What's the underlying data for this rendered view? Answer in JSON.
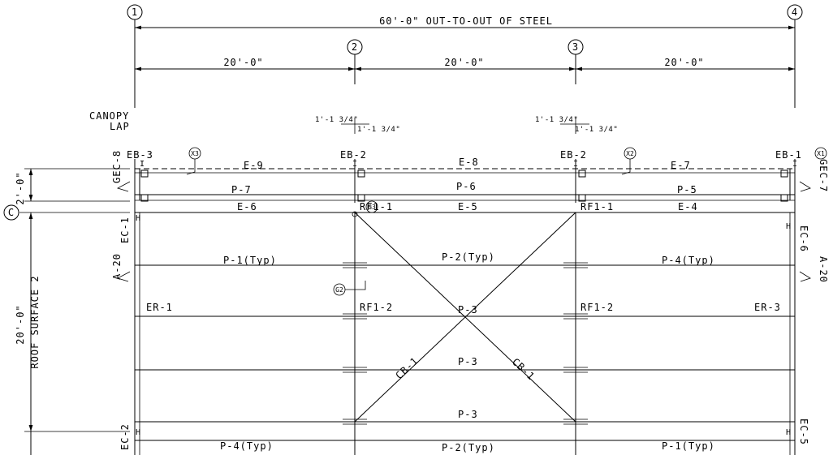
{
  "gridlines": {
    "g1": "1",
    "g2": "2",
    "g3": "3",
    "g4": "4",
    "gc": "C"
  },
  "dimensions": {
    "overall": "60'-0\" OUT-TO-OUT OF STEEL",
    "bay1": "20'-0\"",
    "bay2": "20'-0\"",
    "bay3": "20'-0\"",
    "canopy_height": "2'-0\"",
    "roof_height": "20'-0\"",
    "canopy_lap_a": "1'-1 3/4\"",
    "canopy_lap_b": "1'-1 3/4\"",
    "canopy_lap_c": "1'-1 3/4\"",
    "canopy_lap_d": "1'-1 3/4\""
  },
  "notes": {
    "canopy": "CANOPY",
    "lap": "LAP",
    "roof_surface": "ROOF SURFACE 2"
  },
  "members": {
    "eb3": "EB-3",
    "eb2a": "EB-2",
    "eb2b": "EB-2",
    "eb1": "EB-1",
    "e9": "E-9",
    "e8": "E-8",
    "e7": "E-7",
    "p7": "P-7",
    "p6": "P-6",
    "p5": "P-5",
    "e6": "E-6",
    "e5": "E-5",
    "e4": "E-4",
    "gec8": "GEC-8",
    "gec7": "GEC-7",
    "rf1_1a": "RF1-1",
    "rf1_1b": "RF1-1",
    "ec1": "EC-1",
    "ec6": "EC-6",
    "ec2": "EC-2",
    "ec5": "EC-5",
    "a20a": "A-20",
    "a20b": "A-20",
    "p1_typ_top": "P-1(Typ)",
    "p2_typ_top": "P-2(Typ)",
    "p4_typ_top": "P-4(Typ)",
    "er1": "ER-1",
    "rf1_2a": "RF1-2",
    "p3a": "P-3",
    "rf1_2b": "RF1-2",
    "er3": "ER-3",
    "p3b": "P-3",
    "p3c": "P-3",
    "cb1a": "CB-1",
    "cb1b": "CB-1",
    "p4_typ_bot": "P-4(Typ)",
    "p2_typ_bot": "P-2(Typ)",
    "p1_typ_bot": "P-1(Typ)"
  },
  "callouts": {
    "x3": "X3",
    "x2": "X2",
    "x1": "X1",
    "g2": "G2",
    "g3": "G3"
  }
}
